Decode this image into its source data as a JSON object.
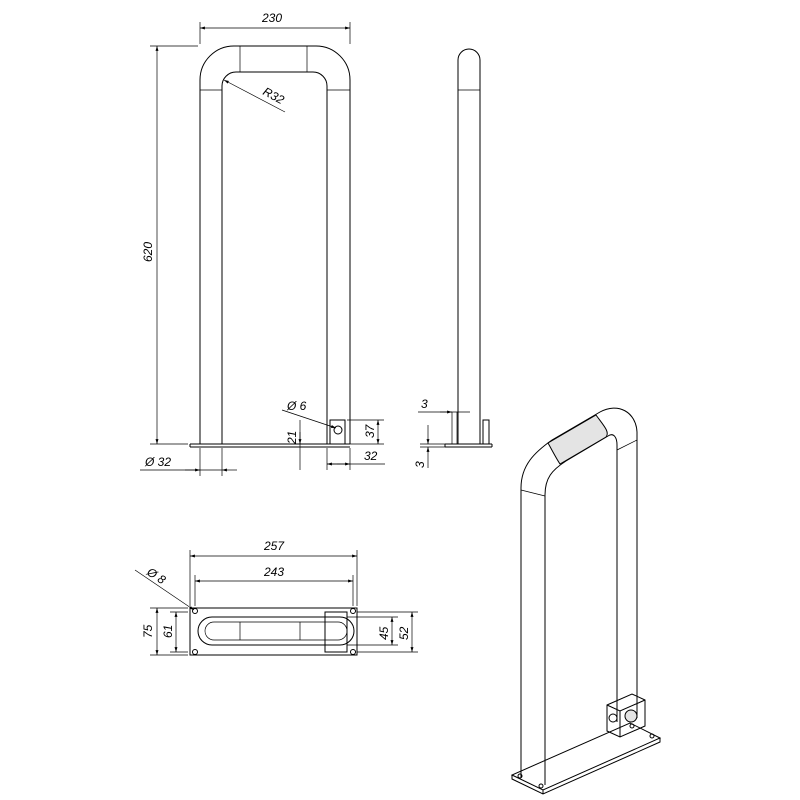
{
  "dimensions": {
    "width_top": "230",
    "height": "620",
    "radius": "R32",
    "tube_diameter": "Ø 32",
    "hole_diameter": "Ø 6",
    "hole_offset_21": "21",
    "hole_offset_37": "37",
    "tube_offset_32": "32",
    "side_plate_3a": "3",
    "side_plate_3b": "3",
    "plan_257": "257",
    "plan_243": "243",
    "plan_hole": "Ø 8",
    "plan_75": "75",
    "plan_61": "61",
    "plan_45": "45",
    "plan_52": "52"
  },
  "colors": {
    "line": "#000000",
    "shade": "#e4e4e4",
    "background": "#ffffff"
  }
}
